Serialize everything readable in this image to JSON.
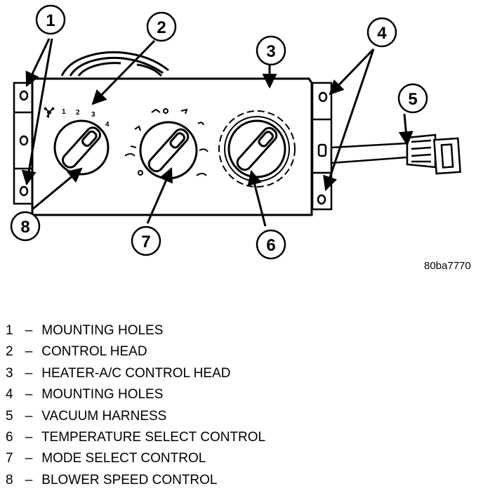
{
  "figure": {
    "reference_code": "80ba7770",
    "callouts": [
      "1",
      "2",
      "3",
      "4",
      "5",
      "6",
      "7",
      "8"
    ],
    "blower_speed_marks": [
      "1",
      "2",
      "3",
      "4"
    ],
    "colors": {
      "ink": "#000000",
      "paper": "#ffffff"
    }
  },
  "legend": [
    {
      "number": "1",
      "dash": "–",
      "label": "MOUNTING HOLES"
    },
    {
      "number": "2",
      "dash": "–",
      "label": "CONTROL HEAD"
    },
    {
      "number": "3",
      "dash": "–",
      "label": "HEATER-A/C CONTROL HEAD"
    },
    {
      "number": "4",
      "dash": "–",
      "label": "MOUNTING HOLES"
    },
    {
      "number": "5",
      "dash": "–",
      "label": "VACUUM HARNESS"
    },
    {
      "number": "6",
      "dash": "–",
      "label": "TEMPERATURE SELECT CONTROL"
    },
    {
      "number": "7",
      "dash": "–",
      "label": "MODE SELECT CONTROL"
    },
    {
      "number": "8",
      "dash": "–",
      "label": "BLOWER SPEED CONTROL"
    }
  ]
}
